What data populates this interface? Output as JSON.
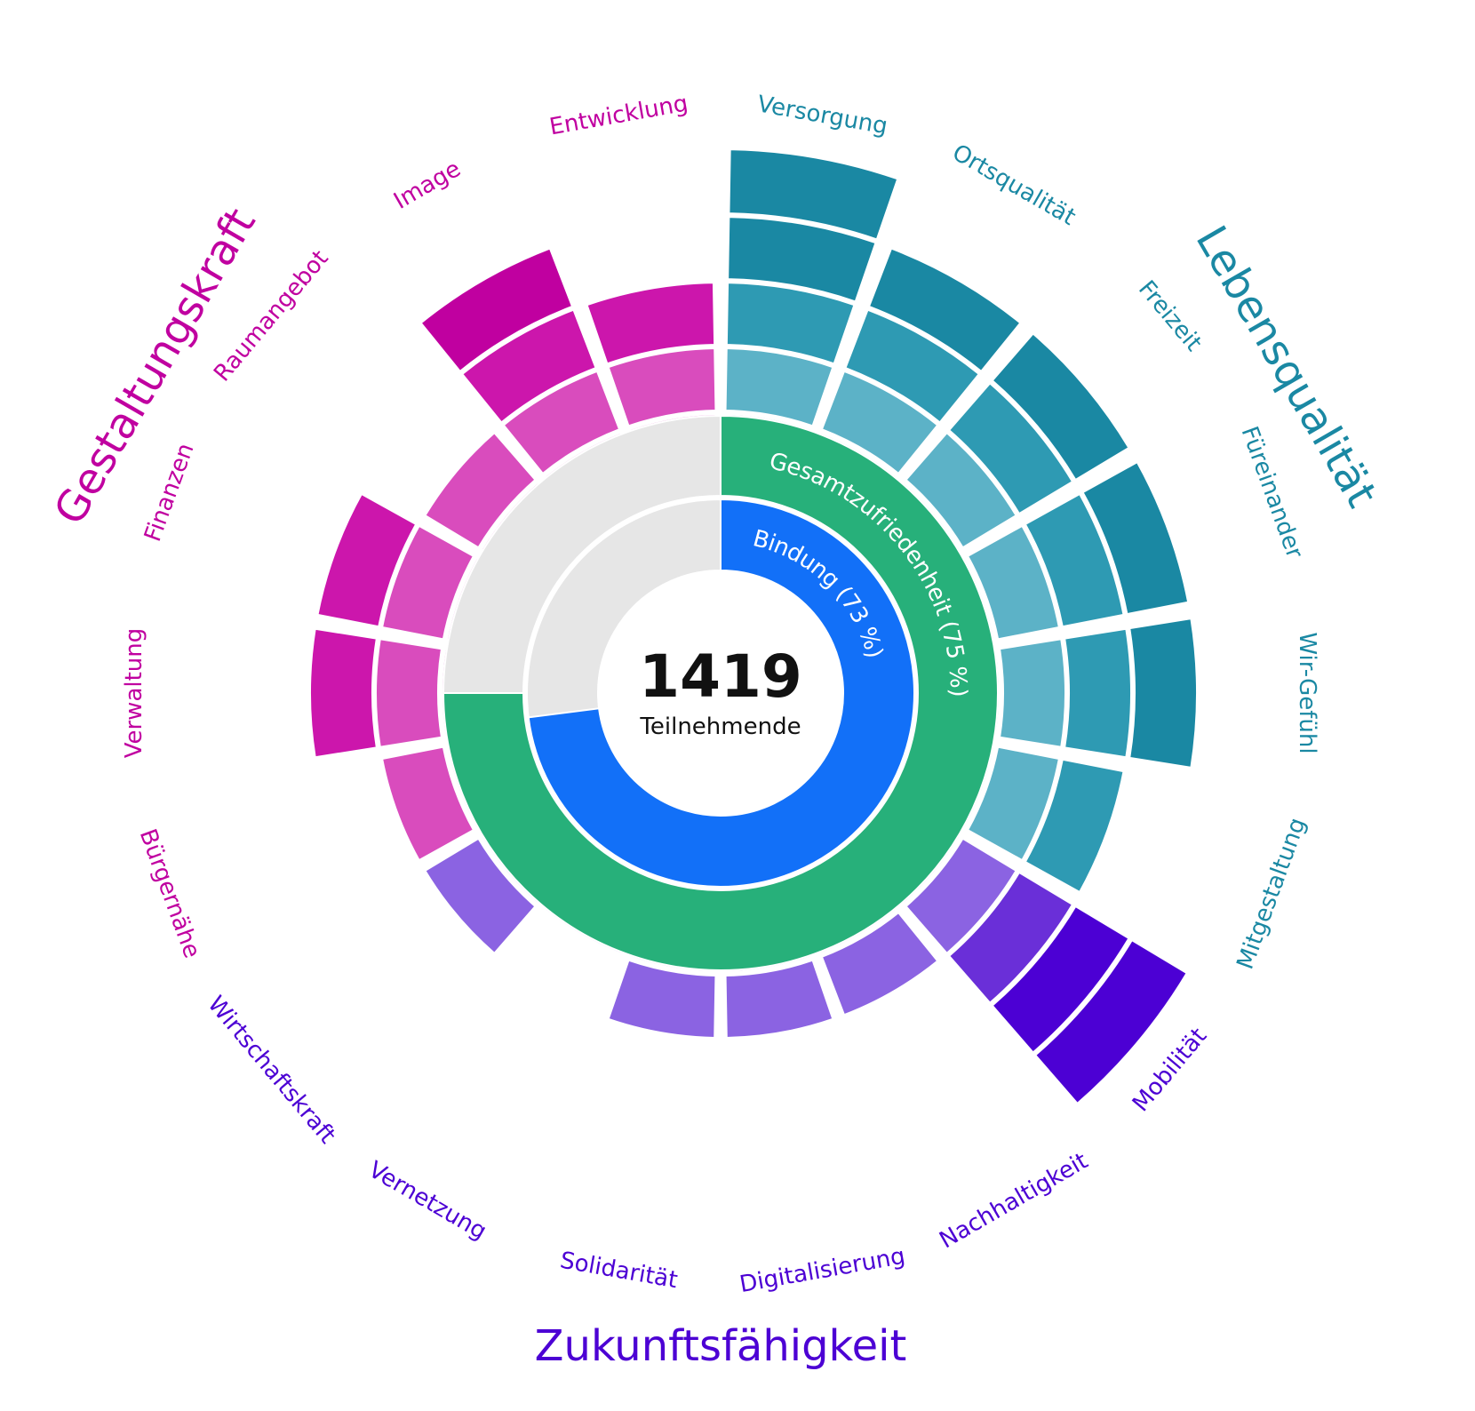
{
  "chart_data": {
    "type": "radial-bar",
    "center": {
      "value": "1419",
      "caption": "Teilnehmende"
    },
    "inner_rings": [
      {
        "label": "Bindung (73 %)",
        "value": 73,
        "color": "#1270f8"
      },
      {
        "label": "Gesamtzufriedenheit (75 %)",
        "value": 75,
        "color": "#27b07a"
      }
    ],
    "level_scale": [
      "letter",
      1,
      2,
      3,
      4
    ],
    "groups": [
      {
        "name": "Lebensqualität",
        "color": "#1a88a3",
        "level_colors": [
          "#8fcad8",
          "#5cb2c7",
          "#2e9ab3",
          "#1a88a3"
        ],
        "categories": [
          {
            "letter": "a",
            "label": "Versorgung",
            "level": 4
          },
          {
            "letter": "b",
            "label": "Ortsqualität",
            "level": 3
          },
          {
            "letter": "c",
            "label": "Freizeit",
            "level": 3
          },
          {
            "letter": "d",
            "label": "Füreinander",
            "level": 3
          },
          {
            "letter": "e",
            "label": "Wir-Gefühl",
            "level": 3
          },
          {
            "letter": "f",
            "label": "Mitgestaltung",
            "level": 2
          }
        ]
      },
      {
        "name": "Zukunftsfähigkeit",
        "color": "#4c00d4",
        "level_colors": [
          "#b293eb",
          "#8b63e2",
          "#6a2fd8",
          "#4c00d4"
        ],
        "categories": [
          {
            "letter": "a",
            "label": "Mobilität",
            "level": 4
          },
          {
            "letter": "b",
            "label": "Nachhaltigkeit",
            "level": 1
          },
          {
            "letter": "c",
            "label": "Digitalisierung",
            "level": 1
          },
          {
            "letter": "d",
            "label": "Solidarität",
            "level": 1
          },
          {
            "letter": "e",
            "label": "Vernetzung",
            "level": 0
          },
          {
            "letter": "f",
            "label": "Wirtschaftskraft",
            "level": 1
          }
        ]
      },
      {
        "name": "Gestaltungskraft",
        "color": "#c000a0",
        "level_colors": [
          "#e386d2",
          "#d94cbd",
          "#cc16ac",
          "#c000a0"
        ],
        "categories": [
          {
            "letter": "a",
            "label": "Bürgernähe",
            "level": 1
          },
          {
            "letter": "b",
            "label": "Verwaltung",
            "level": 2
          },
          {
            "letter": "c",
            "label": "Finanzen",
            "level": 2
          },
          {
            "letter": "d",
            "label": "Raumangebot",
            "level": 1
          },
          {
            "letter": "e",
            "label": "Image",
            "level": 3
          },
          {
            "letter": "f",
            "label": "Entwicklung",
            "level": 2
          }
        ]
      }
    ]
  }
}
